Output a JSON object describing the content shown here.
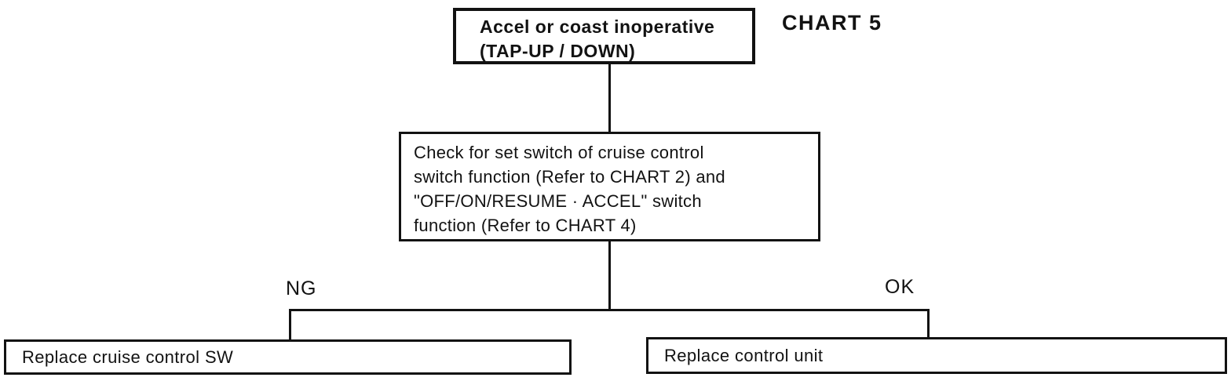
{
  "page": {
    "background_color": "#ffffff",
    "ink_color": "#121212"
  },
  "chart_label": "CHART 5",
  "flowchart": {
    "start_box": {
      "line1": "Accel or coast inoperative",
      "line2": "(TAP-UP / DOWN)"
    },
    "check_box": {
      "lines": [
        "Check for set switch of cruise control",
        "switch function (Refer to CHART 2) and",
        "\"OFF/ON/RESUME · ACCEL\" switch",
        "function (Refer to CHART 4)"
      ]
    },
    "branch_labels": {
      "left": "NG",
      "right": "OK"
    },
    "result_left": "Replace cruise control SW",
    "result_right": "Replace control unit"
  }
}
